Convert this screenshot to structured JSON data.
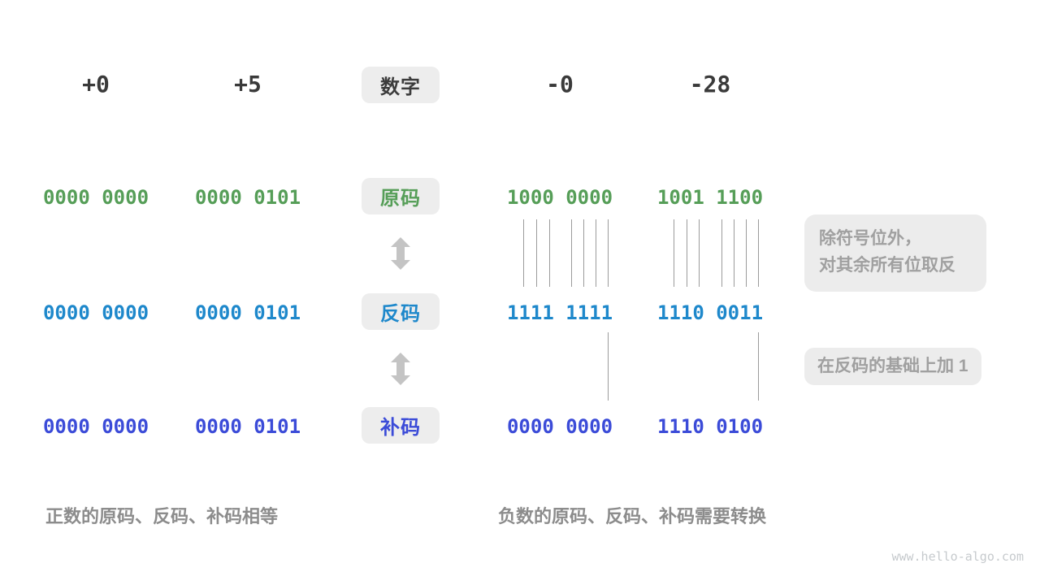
{
  "header": {
    "numbers": [
      "+0",
      "+5",
      "-0",
      "-28"
    ],
    "label": "数字"
  },
  "rows": [
    {
      "id": "sign-magnitude",
      "label": "原码",
      "color": "#569e58",
      "values": [
        "0000 0000",
        "0000 0101",
        "1000 0000",
        "1001 1100"
      ]
    },
    {
      "id": "ones-complement",
      "label": "反码",
      "color": "#1e88cb",
      "values": [
        "0000 0000",
        "0000 0101",
        "1111 1111",
        "1110 0011"
      ]
    },
    {
      "id": "twos-complement",
      "label": "补码",
      "color": "#3b4bd8",
      "values": [
        "0000 0000",
        "0000 0101",
        "0000 0000",
        "1110 0100"
      ]
    }
  ],
  "annotations": {
    "flip_note_line1": "除符号位外，",
    "flip_note_line2": "对其余所有位取反",
    "add_one_note": "在反码的基础上加 1"
  },
  "captions": {
    "positive": "正数的原码、反码、补码相等",
    "negative": "负数的原码、反码、补码需要转换"
  },
  "watermark": "www.hello-algo.com",
  "colors": {
    "sign_magnitude": "#569e58",
    "ones_complement": "#1e88cb",
    "twos_complement": "#3b4bd8",
    "label_box_bg": "#ededed",
    "note_bg": "#ececec",
    "note_text": "#a0a0a0",
    "caption_text": "#8c8c8c",
    "arrow": "#c4c4c4",
    "connector_line": "#9b9b9b",
    "number_text": "#3a3a3a"
  }
}
